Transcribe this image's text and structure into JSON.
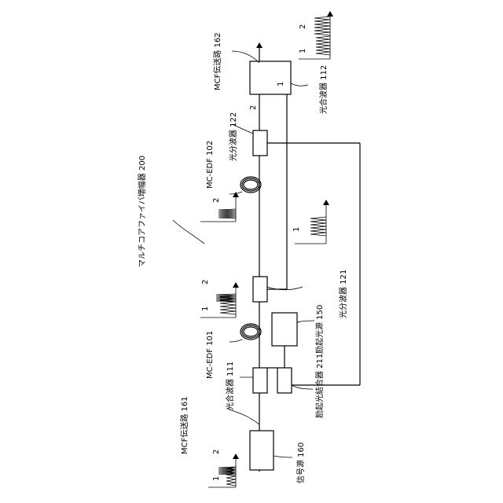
{
  "title": "マルチコアファイバ増幅器 200",
  "labels": {
    "mcf161": "MCF伝送路 161",
    "mcf162": "MCF伝送路 162",
    "signal": "信号源 160",
    "comb111": "光合波器 111",
    "coupler211": "励起光結合器 211",
    "pump150": "励起光源 150",
    "edf101": "MC-EDF 101",
    "split121": "光分波器 121",
    "edf102": "MC-EDF 102",
    "split122": "光分波器 122",
    "comb112": "光合波器 112"
  },
  "core_marks": {
    "one": "1",
    "two": "2"
  }
}
